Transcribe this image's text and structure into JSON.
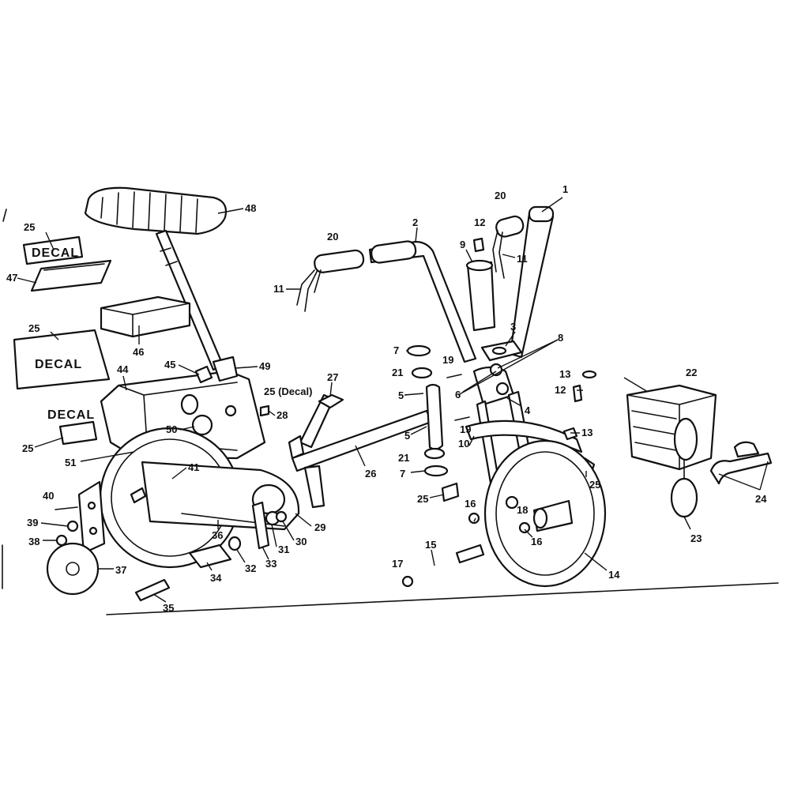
{
  "decal_labels": {
    "upper": "DECAL",
    "big": "DECAL",
    "side": "DECAL"
  },
  "callouts": [
    {
      "id": "c1",
      "text": "1"
    },
    {
      "id": "c2",
      "text": "2"
    },
    {
      "id": "c3",
      "text": "3"
    },
    {
      "id": "c4",
      "text": "4"
    },
    {
      "id": "c5a",
      "text": "5"
    },
    {
      "id": "c5b",
      "text": "5"
    },
    {
      "id": "c6",
      "text": "6"
    },
    {
      "id": "c7a",
      "text": "7"
    },
    {
      "id": "c7b",
      "text": "7"
    },
    {
      "id": "c8",
      "text": "8"
    },
    {
      "id": "c9",
      "text": "9"
    },
    {
      "id": "c10",
      "text": "10"
    },
    {
      "id": "c11a",
      "text": "11"
    },
    {
      "id": "c11b",
      "text": "11"
    },
    {
      "id": "c12a",
      "text": "12"
    },
    {
      "id": "c12b",
      "text": "12"
    },
    {
      "id": "c13a",
      "text": "13"
    },
    {
      "id": "c13b",
      "text": "13"
    },
    {
      "id": "c14",
      "text": "14"
    },
    {
      "id": "c15",
      "text": "15"
    },
    {
      "id": "c16a",
      "text": "16"
    },
    {
      "id": "c16b",
      "text": "16"
    },
    {
      "id": "c17",
      "text": "17"
    },
    {
      "id": "c18",
      "text": "18"
    },
    {
      "id": "c19a",
      "text": "19"
    },
    {
      "id": "c19b",
      "text": "19"
    },
    {
      "id": "c20a",
      "text": "20"
    },
    {
      "id": "c20b",
      "text": "20"
    },
    {
      "id": "c21a",
      "text": "21"
    },
    {
      "id": "c21b",
      "text": "21"
    },
    {
      "id": "c22",
      "text": "22"
    },
    {
      "id": "c23",
      "text": "23"
    },
    {
      "id": "c24",
      "text": "24"
    },
    {
      "id": "c25a",
      "text": "25"
    },
    {
      "id": "c25b",
      "text": "25"
    },
    {
      "id": "c25c",
      "text": "25"
    },
    {
      "id": "c25d",
      "text": "25 (Decal)"
    },
    {
      "id": "c25e",
      "text": "25"
    },
    {
      "id": "c25f",
      "text": "25"
    },
    {
      "id": "c26",
      "text": "26"
    },
    {
      "id": "c27",
      "text": "27"
    },
    {
      "id": "c28",
      "text": "28"
    },
    {
      "id": "c29",
      "text": "29"
    },
    {
      "id": "c30",
      "text": "30"
    },
    {
      "id": "c31",
      "text": "31"
    },
    {
      "id": "c32",
      "text": "32"
    },
    {
      "id": "c33",
      "text": "33"
    },
    {
      "id": "c34",
      "text": "34"
    },
    {
      "id": "c35",
      "text": "35"
    },
    {
      "id": "c36",
      "text": "36"
    },
    {
      "id": "c37",
      "text": "37"
    },
    {
      "id": "c38",
      "text": "38"
    },
    {
      "id": "c39",
      "text": "39"
    },
    {
      "id": "c40",
      "text": "40"
    },
    {
      "id": "c41",
      "text": "41"
    },
    {
      "id": "c44",
      "text": "44"
    },
    {
      "id": "c45",
      "text": "45"
    },
    {
      "id": "c46",
      "text": "46"
    },
    {
      "id": "c47",
      "text": "47"
    },
    {
      "id": "c48",
      "text": "48"
    },
    {
      "id": "c49",
      "text": "49"
    },
    {
      "id": "c50",
      "text": "50"
    },
    {
      "id": "c51",
      "text": "51"
    }
  ]
}
